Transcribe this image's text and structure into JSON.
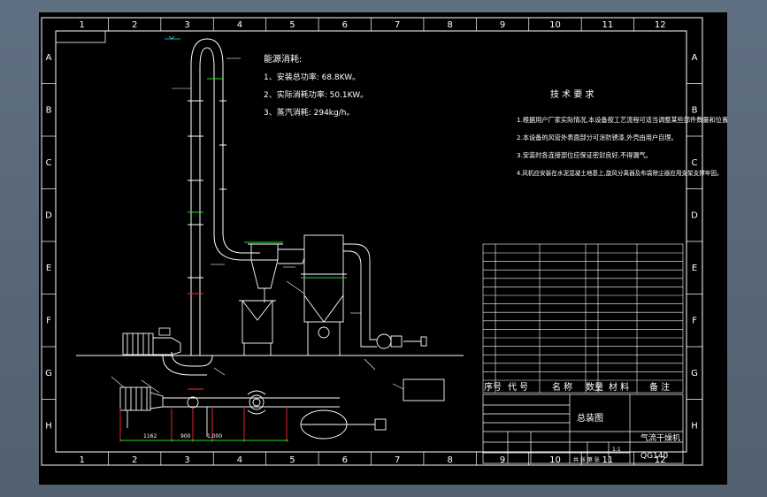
{
  "colors": {
    "background": "#5b6b7d",
    "sheet": "#000000",
    "line": "#ffffff",
    "accent_red": "#ff2a2a",
    "accent_green": "#22dd22",
    "cyan": "#33dddd"
  },
  "grid": {
    "columns": [
      "1",
      "2",
      "3",
      "4",
      "5",
      "6",
      "7",
      "8",
      "9",
      "10",
      "11",
      "12"
    ],
    "rows": [
      "A",
      "B",
      "C",
      "D",
      "E",
      "F",
      "G",
      "H"
    ]
  },
  "notes": {
    "title": "能源消耗:",
    "items": [
      "1、安装总功率: 68.8KW。",
      "2、实际消耗功率: 50.1KW。",
      "3、蒸汽消耗: 294kg/h。"
    ]
  },
  "tech_requirements": {
    "title": "技 术 要 求",
    "items": [
      "1.根据用户厂家实际情况,本设备按工艺流程可适当调整某些部件数量和位置。",
      "2.本设备的风管外表面部分可涂防锈漆,外壳由用户自理。",
      "3.安装时各连接部位应保证密封良好,不得漏气。",
      "4.风机应安装在水泥混凝土地基上,旋风分离器及布袋除尘器应用支架支撑牢固。"
    ]
  },
  "title_block": {
    "drawing_title": "总装图",
    "product_name": "气流干燥机",
    "model": "QG140",
    "sheet_info": "共 张  第 张",
    "scale_label": "1:1"
  },
  "bom": {
    "header": [
      "序号",
      "代 号",
      "名 称",
      "数量",
      "材 料",
      "备 注"
    ]
  },
  "dimensions": {
    "bottom": [
      "1162",
      "900",
      "1,000"
    ]
  }
}
